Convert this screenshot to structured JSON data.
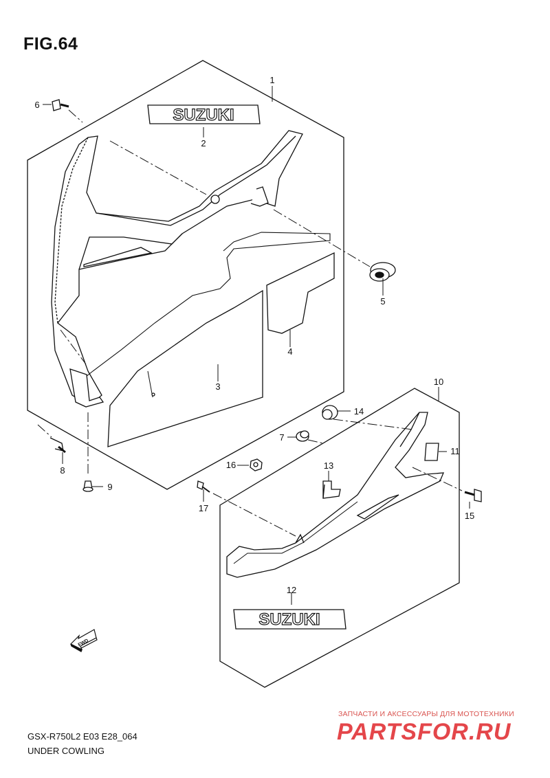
{
  "figure": {
    "title": "FIG.64"
  },
  "footer": {
    "model_code": "GSX-R750L2 E03 E28_064",
    "section_name": "UNDER COWLING"
  },
  "watermark": {
    "tagline": "ЗАПЧАСТИ И АКСЕССУАРЫ ДЛЯ МОТОТЕХНИКИ",
    "logo_text": "PARTSFOR.RU"
  },
  "emblems": {
    "upper": "SUZUKI",
    "lower": "SUZUKI"
  },
  "fwd_arrow": {
    "label": "FWD"
  },
  "callouts": {
    "c1": "1",
    "c2": "2",
    "c3": "3",
    "c4": "4",
    "c5": "5",
    "c6": "6",
    "c7": "7",
    "c8": "8",
    "c9": "9",
    "c10": "10",
    "c11": "11",
    "c12": "12",
    "c13": "13",
    "c14": "14",
    "c15": "15",
    "c16": "16",
    "c17": "17"
  },
  "colors": {
    "line": "#111111",
    "part_fill": "#ffffff",
    "watermark": "#e0262b"
  }
}
